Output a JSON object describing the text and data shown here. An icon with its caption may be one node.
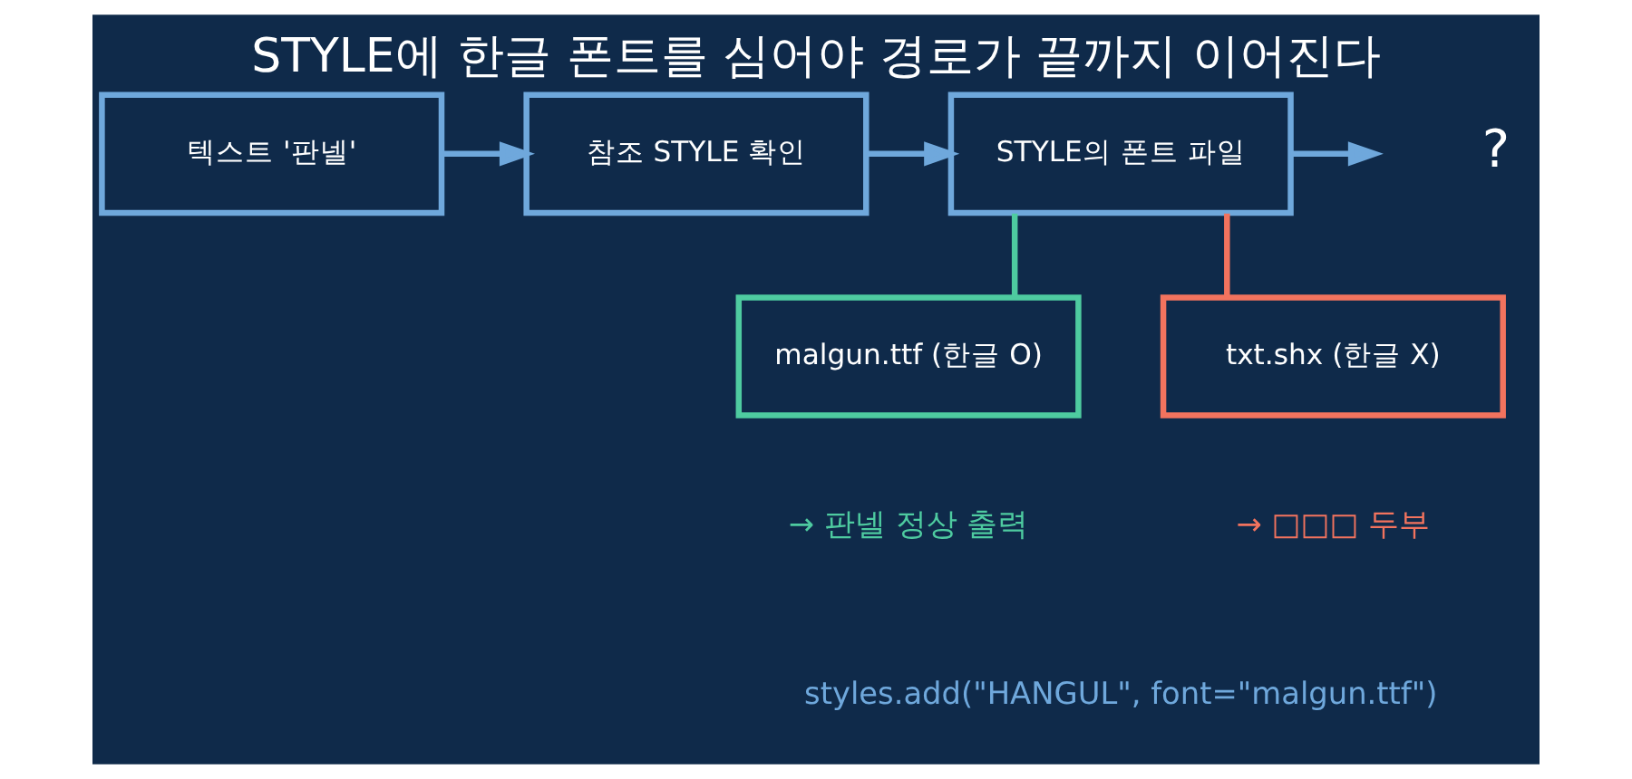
{
  "diagram": {
    "title": "STYLE에 한글 폰트를 심어야 경로가 끝까지 이어진다",
    "caption": "styles.add(\"HANGUL\", font=\"malgun.ttf\")",
    "nodes": [
      {
        "text": [
          "텍스트 '판넬'"
        ]
      },
      {
        "text": [
          "참조 STYLE 확인"
        ]
      },
      {
        "text": [
          "STYLE의 폰트 파일"
        ]
      },
      {
        "text": [
          "malgun.ttf (한글 O)"
        ],
        "beside": [
          "→ 판넬 정상 출력"
        ]
      },
      {
        "text": [
          "txt.shx (한글 X)"
        ],
        "beside": [
          "→ □□□ 두부"
        ]
      }
    ],
    "edges": [
      {
        "from": 0,
        "to": 1,
        "arrow": "to"
      },
      {
        "from": 1,
        "to": 2,
        "arrow": "to"
      },
      {
        "from": 2,
        "to": null,
        "arrow": "to"
      },
      {
        "from": 2,
        "to": 3,
        "arrow": "none",
        "color": "#4ecba0"
      },
      {
        "from": 2,
        "to": 4,
        "arrow": "none",
        "color": "#f2735e"
      }
    ],
    "labels": [
      "?"
    ]
  }
}
